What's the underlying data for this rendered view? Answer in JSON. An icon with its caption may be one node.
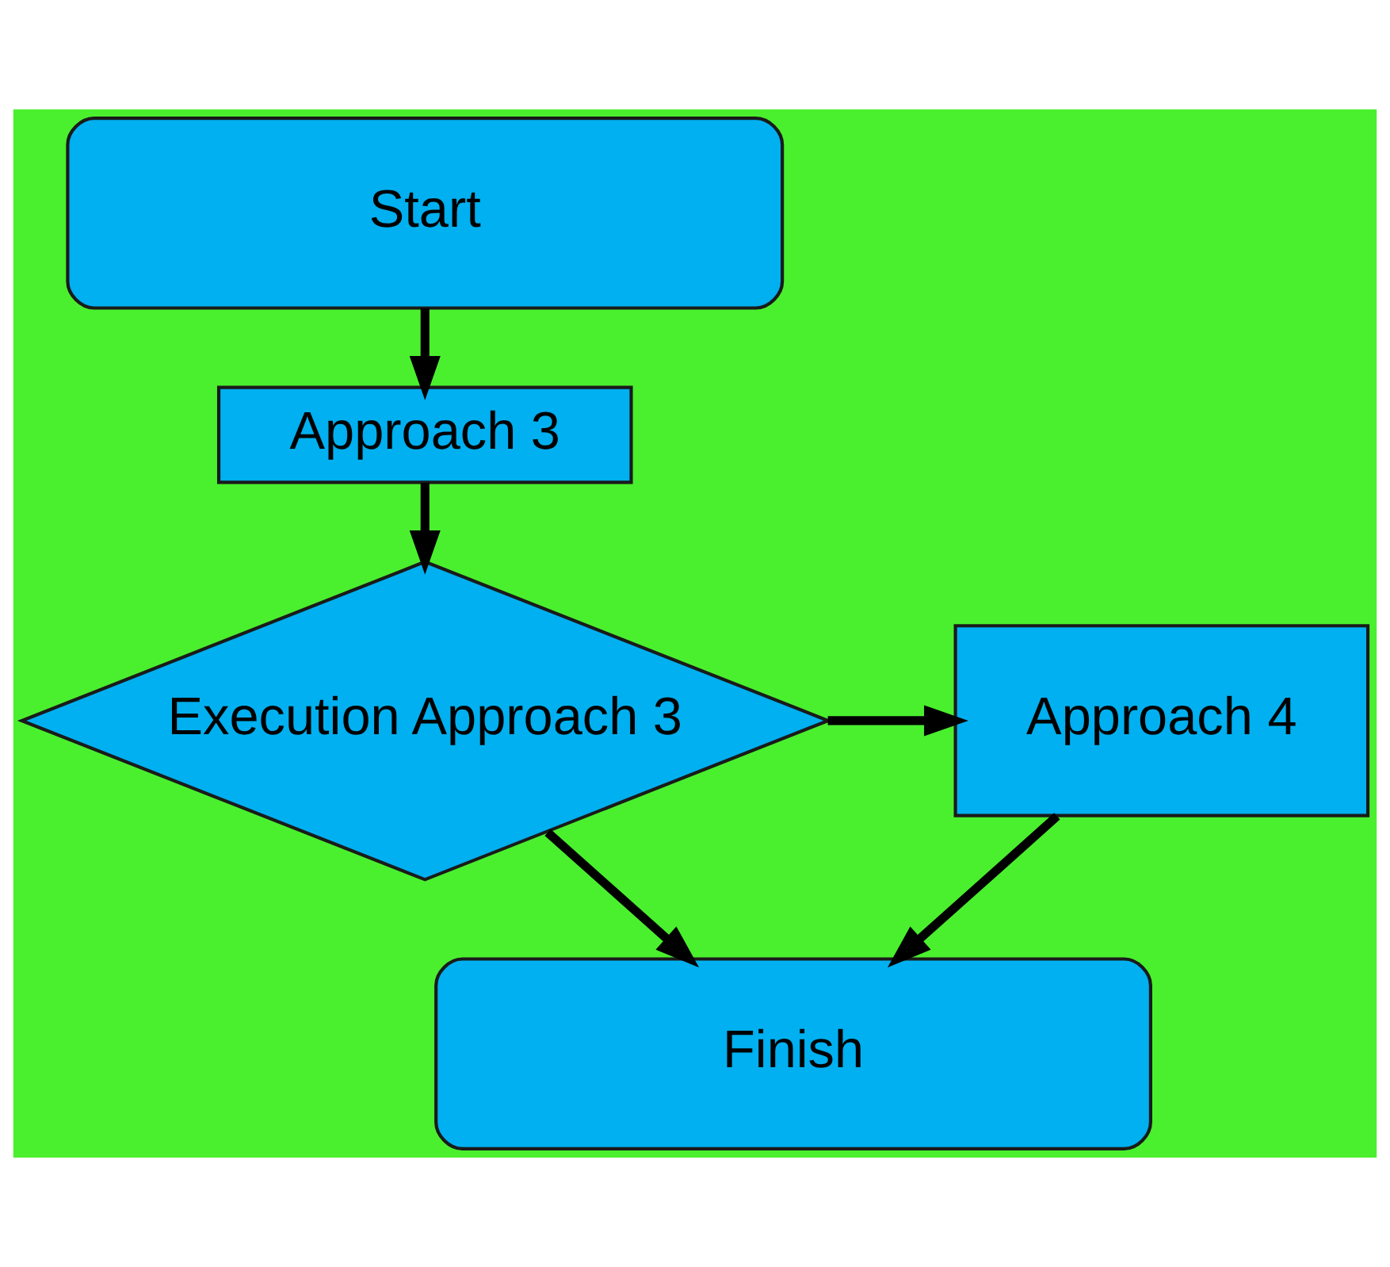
{
  "diagram": {
    "nodes": [
      {
        "text": [
          "Start"
        ]
      },
      {
        "text": [
          "Approach 3"
        ]
      },
      {
        "text": [
          "Execution Approach 3"
        ]
      },
      {
        "text": [
          "Approach 4"
        ]
      },
      {
        "text": [
          "Finish"
        ]
      }
    ],
    "edges": [
      {
        "from": 0,
        "to": 1,
        "arrow": "to"
      },
      {
        "from": 1,
        "to": 2,
        "arrow": "to"
      },
      {
        "from": 2,
        "to": 3,
        "arrow": "to"
      },
      {
        "from": 2,
        "to": 4,
        "arrow": "to"
      },
      {
        "from": 3,
        "to": 4,
        "arrow": "to"
      }
    ]
  }
}
